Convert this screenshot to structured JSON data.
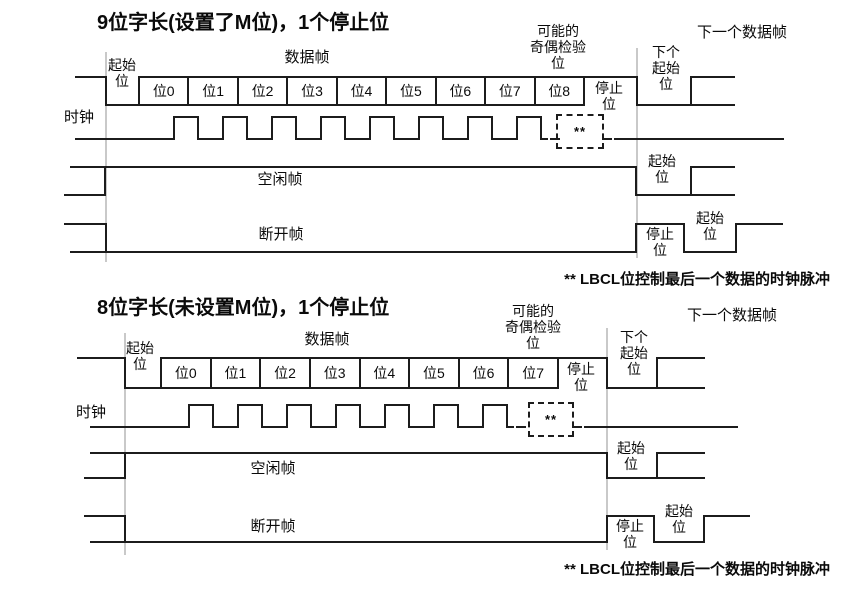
{
  "top": {
    "title": "9位字长(设置了M位)，1个停止位",
    "data_frame_label": "数据帧",
    "parity_lines": [
      "可能的",
      "奇偶检验",
      "位"
    ],
    "next_frame_label": "下一个数据帧",
    "next_start_lines": [
      "下个",
      "起始",
      "位"
    ],
    "start_bit_lines": [
      "起始",
      "位"
    ],
    "stop_bit_lines": [
      "停止",
      "位"
    ],
    "bits": [
      "位0",
      "位1",
      "位2",
      "位3",
      "位4",
      "位5",
      "位6",
      "位7",
      "位8"
    ],
    "clock_label": "时钟",
    "lbcl_mark": "**",
    "idle_frame_label": "空闲帧",
    "idle_next_start_lines": [
      "起始",
      "位"
    ],
    "break_frame_label": "断开帧",
    "break_stop_lines": [
      "停止",
      "位"
    ],
    "break_start_lines": [
      "起始",
      "位"
    ],
    "footnote": "** LBCL位控制最后一个数据的时钟脉冲"
  },
  "bottom": {
    "title": "8位字长(未设置M位)，1个停止位",
    "data_frame_label": "数据帧",
    "parity_lines": [
      "可能的",
      "奇偶检验",
      "位"
    ],
    "next_frame_label": "下一个数据帧",
    "next_start_lines": [
      "下个",
      "起始",
      "位"
    ],
    "start_bit_lines": [
      "起始",
      "位"
    ],
    "stop_bit_lines": [
      "停止",
      "位"
    ],
    "bits": [
      "位0",
      "位1",
      "位2",
      "位3",
      "位4",
      "位5",
      "位6",
      "位7"
    ],
    "clock_label": "时钟",
    "lbcl_mark": "**",
    "idle_frame_label": "空闲帧",
    "idle_next_start_lines": [
      "起始",
      "位"
    ],
    "break_frame_label": "断开帧",
    "break_stop_lines": [
      "停止",
      "位"
    ],
    "break_start_lines": [
      "起始",
      "位"
    ],
    "footnote": "** LBCL位控制最后一个数据的时钟脉冲"
  },
  "colors": {
    "line": "#1c1c1c",
    "separator": "#c9c9c9",
    "background": "#ffffff"
  }
}
